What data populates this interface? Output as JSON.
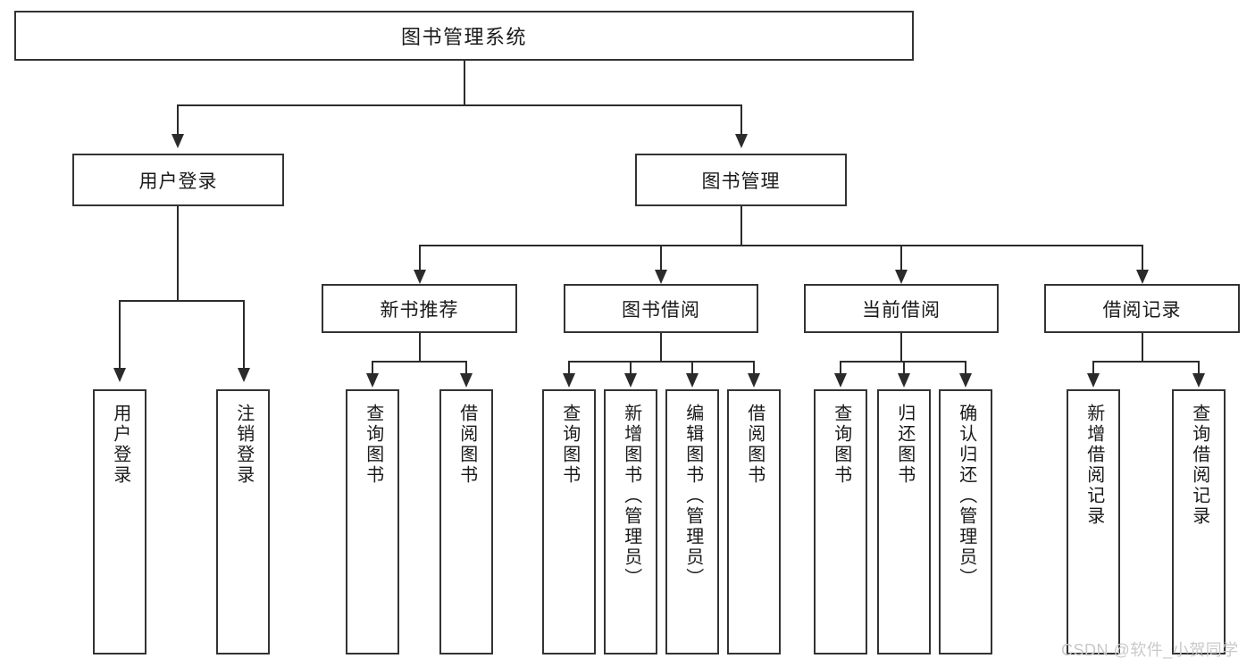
{
  "diagram": {
    "type": "tree",
    "title": "图书管理系统",
    "root": {
      "label": "图书管理系统"
    },
    "level2": [
      {
        "label": "用户登录"
      },
      {
        "label": "图书管理"
      }
    ],
    "level3": [
      {
        "label": "新书推荐"
      },
      {
        "label": "图书借阅"
      },
      {
        "label": "当前借阅"
      },
      {
        "label": "借阅记录"
      }
    ],
    "leaves": {
      "user_login": [
        {
          "label": "用户登录"
        },
        {
          "label": "注销登录"
        }
      ],
      "new_book_recommend": [
        {
          "label": "查询图书"
        },
        {
          "label": "借阅图书"
        }
      ],
      "book_borrow": [
        {
          "label": "查询图书"
        },
        {
          "label": "新增图书（管理员）"
        },
        {
          "label": "编辑图书（管理员）"
        },
        {
          "label": "借阅图书"
        }
      ],
      "current_borrow": [
        {
          "label": "查询图书"
        },
        {
          "label": "归还图书"
        },
        {
          "label": "确认归还（管理员）"
        }
      ],
      "borrow_record": [
        {
          "label": "新增借阅记录"
        },
        {
          "label": "查询借阅记录"
        }
      ]
    }
  },
  "watermark": {
    "text": "CSDN @软件_小贺同学"
  },
  "colors": {
    "box_border": "#333333",
    "line": "#2b2b2b",
    "text": "#1a1a1a",
    "background": "#ffffff",
    "watermark": "#c9c9c9"
  }
}
